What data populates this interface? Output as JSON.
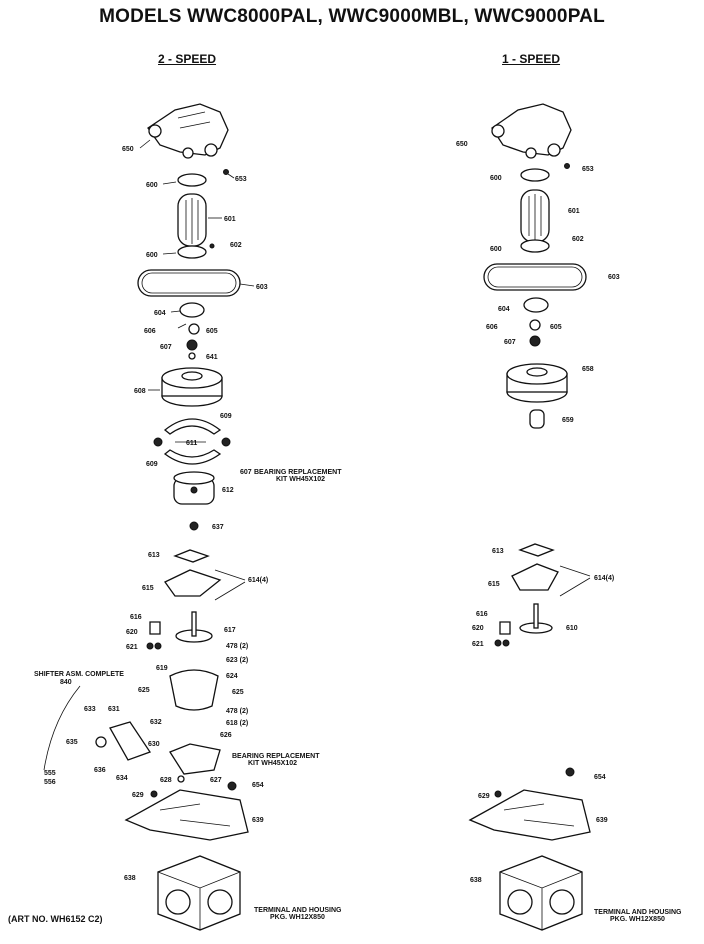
{
  "title": "MODELS WWC8000PAL, WWC9000MBL, WWC9000PAL",
  "columns": {
    "two_speed": "2 - SPEED",
    "one_speed": "1 - SPEED"
  },
  "art_number": "(ART NO. WH6152 C2)",
  "notes": {
    "bearing_replacement_1": "BEARING REPLACEMENT",
    "bearing_kit_1": "KIT WH45X102",
    "bearing_replacement_2": "BEARING REPLACEMENT",
    "bearing_kit_2": "KIT WH45X102",
    "shifter_title": "SHIFTER ASM. COMPLETE",
    "shifter_num": "840",
    "terminal_left_1": "TERMINAL AND HOUSING",
    "terminal_left_2": "PKG. WH12X850",
    "terminal_right_1": "TERMINAL AND HOUSING",
    "terminal_right_2": "PKG. WH12X850"
  },
  "labels_left": {
    "l650": "650",
    "l653": "653",
    "l600a": "600",
    "l601": "601",
    "l600b": "600",
    "l602": "602",
    "l603": "603",
    "l604": "604",
    "l606": "606",
    "l605": "605",
    "l607": "607",
    "l641": "641",
    "l608": "608",
    "l609a": "609",
    "l609b": "609",
    "l611": "611",
    "l607b": "607",
    "l612": "612",
    "l637": "637",
    "l613": "613",
    "l615": "615",
    "l614": "614(4)",
    "l616": "616",
    "l620": "620",
    "l617": "617",
    "l621": "621",
    "l478a": "478 (2)",
    "l623a": "623 (2)",
    "l619": "619",
    "l624": "624",
    "l625a": "625",
    "l625b": "625",
    "l478b": "478 (2)",
    "l618": "618 (2)",
    "l632": "632",
    "l626": "626",
    "l633": "633",
    "l631": "631",
    "l635": "635",
    "l630": "630",
    "l636": "636",
    "l634": "634",
    "l555": "555",
    "l556": "556",
    "l628": "628",
    "l627": "627",
    "l629": "629",
    "l654": "654",
    "l639": "639",
    "l638": "638"
  },
  "labels_right": {
    "r650": "650",
    "r653": "653",
    "r600a": "600",
    "r601": "601",
    "r600b": "600",
    "r602": "602",
    "r603": "603",
    "r604": "604",
    "r606": "606",
    "r605": "605",
    "r607": "607",
    "r658": "658",
    "r659": "659",
    "r613": "613",
    "r615": "615",
    "r614": "614(4)",
    "r616": "616",
    "r620": "620",
    "r621": "621",
    "r610": "610",
    "r654": "654",
    "r629": "629",
    "r639": "639",
    "r638": "638"
  }
}
